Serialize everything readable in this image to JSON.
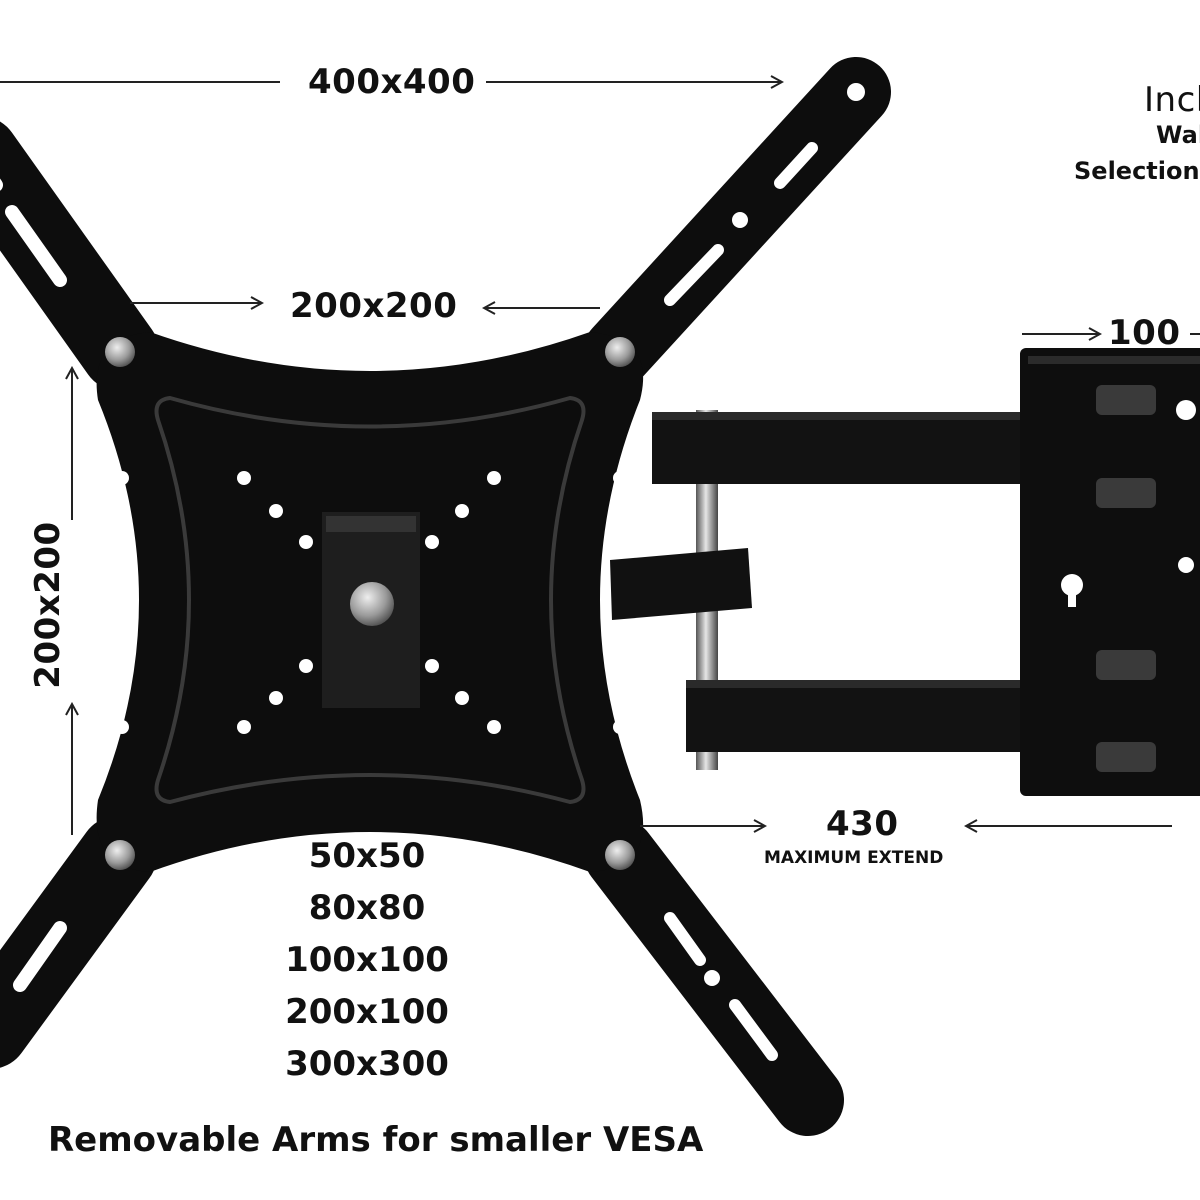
{
  "labels": {
    "top_dimension": "400x400",
    "inner_horizontal": "200x200",
    "inner_vertical": "200x200",
    "wall_plate_width": "100",
    "extend_value": "430",
    "extend_caption": "MAXIMUM EXTEND",
    "side_line1": "Incl",
    "side_line2": "Wal",
    "side_line3": "Selection"
  },
  "vesa_sizes": [
    "50x50",
    "80x80",
    "100x100",
    "200x100",
    "300x300"
  ],
  "footer_text": "Removable Arms for smaller VESA",
  "colors": {
    "bracket": "#0d0d0d",
    "background": "#ffffff",
    "text": "#111111",
    "bolt": "#a8a8a8"
  }
}
